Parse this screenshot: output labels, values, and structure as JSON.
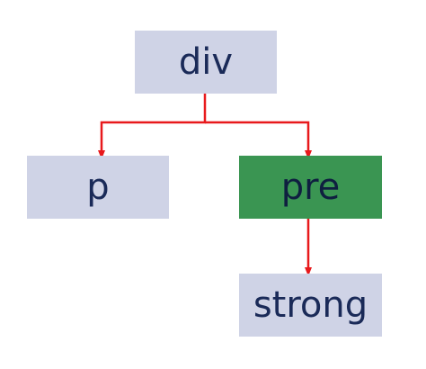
{
  "nodes": {
    "div": {
      "label": "div"
    },
    "p": {
      "label": "p"
    },
    "pre": {
      "label": "pre",
      "highlighted": true
    },
    "strong": {
      "label": "strong"
    }
  },
  "edges": [
    {
      "from": "div",
      "to": "p"
    },
    {
      "from": "div",
      "to": "pre"
    },
    {
      "from": "pre",
      "to": "strong"
    }
  ],
  "colors": {
    "node_fill": "#cfd3e6",
    "highlight_fill": "#3a9552",
    "text": "#1a2a58",
    "connector": "#e8191c"
  }
}
